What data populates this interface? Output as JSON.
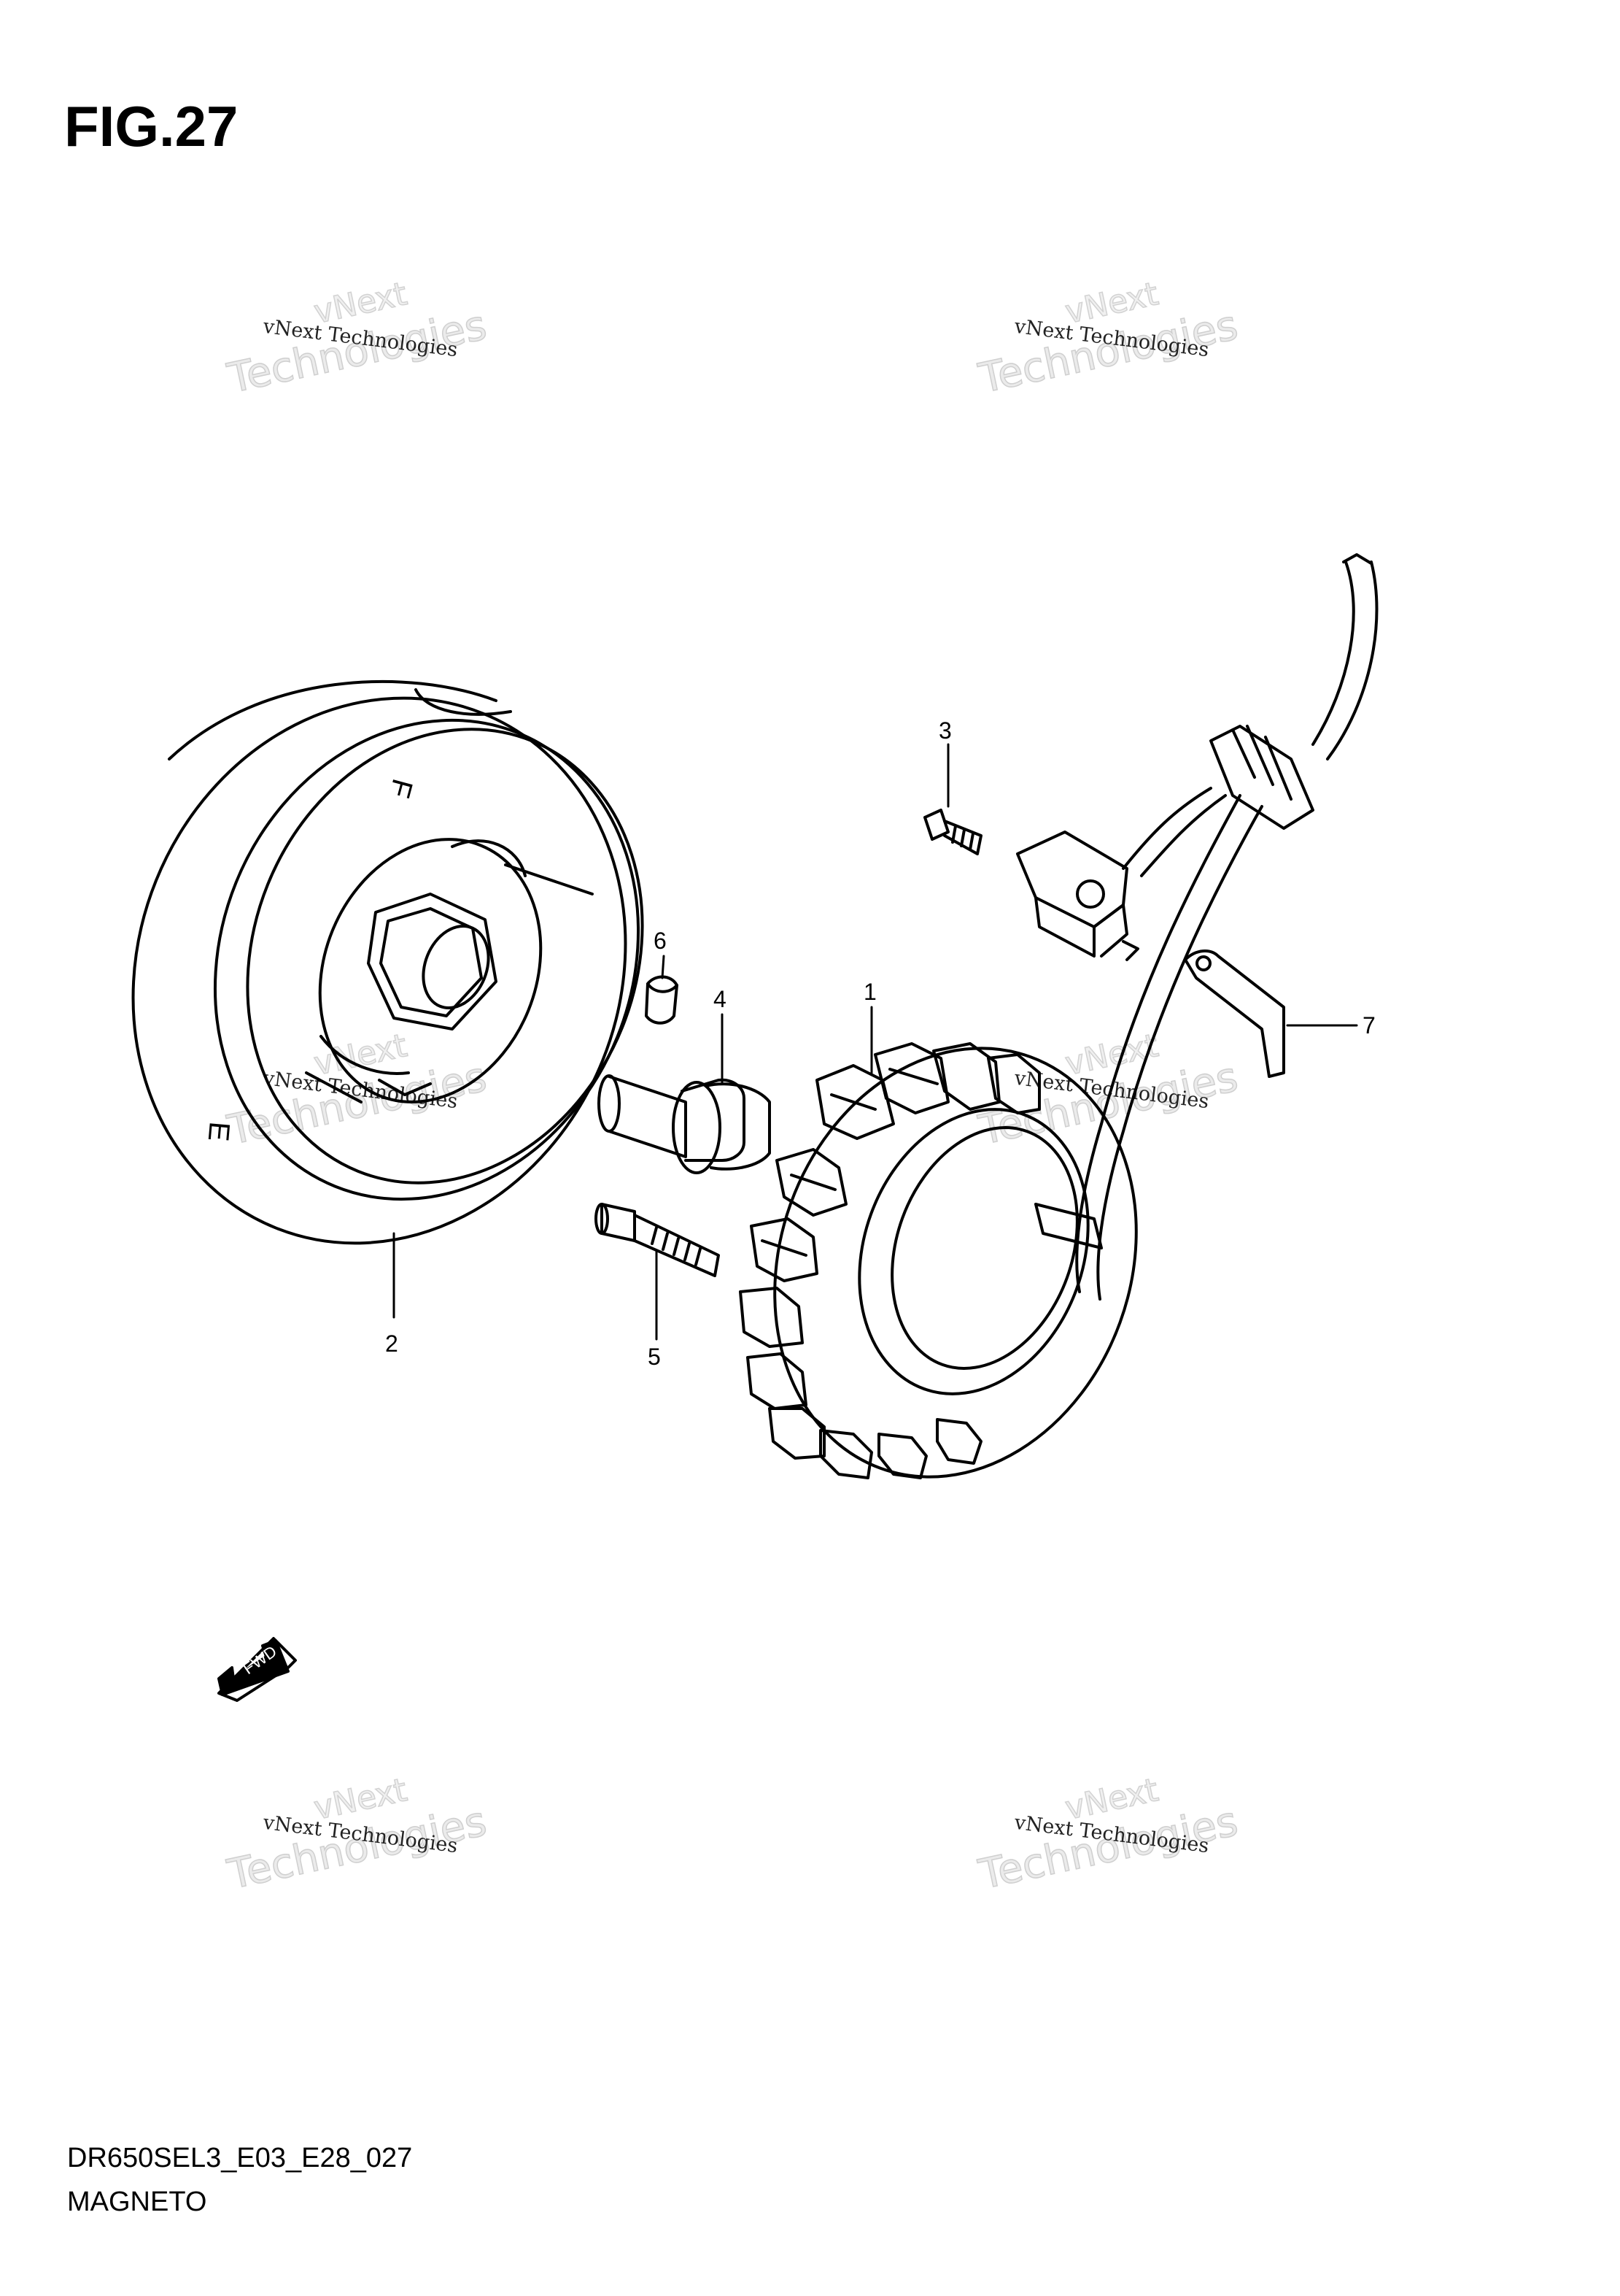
{
  "figure": {
    "title": "FIG.27"
  },
  "footer": {
    "code": "DR650SEL3_E03_E28_027",
    "name": "MAGNETO"
  },
  "watermark": {
    "top_word": "vNext",
    "line": "vNext Technologies",
    "big_word": "Technologies"
  },
  "callouts": [
    "1",
    "2",
    "3",
    "4",
    "5",
    "6",
    "7"
  ],
  "arrow": {
    "label": "FWD"
  },
  "rotor_marks": [
    "F",
    "E"
  ]
}
